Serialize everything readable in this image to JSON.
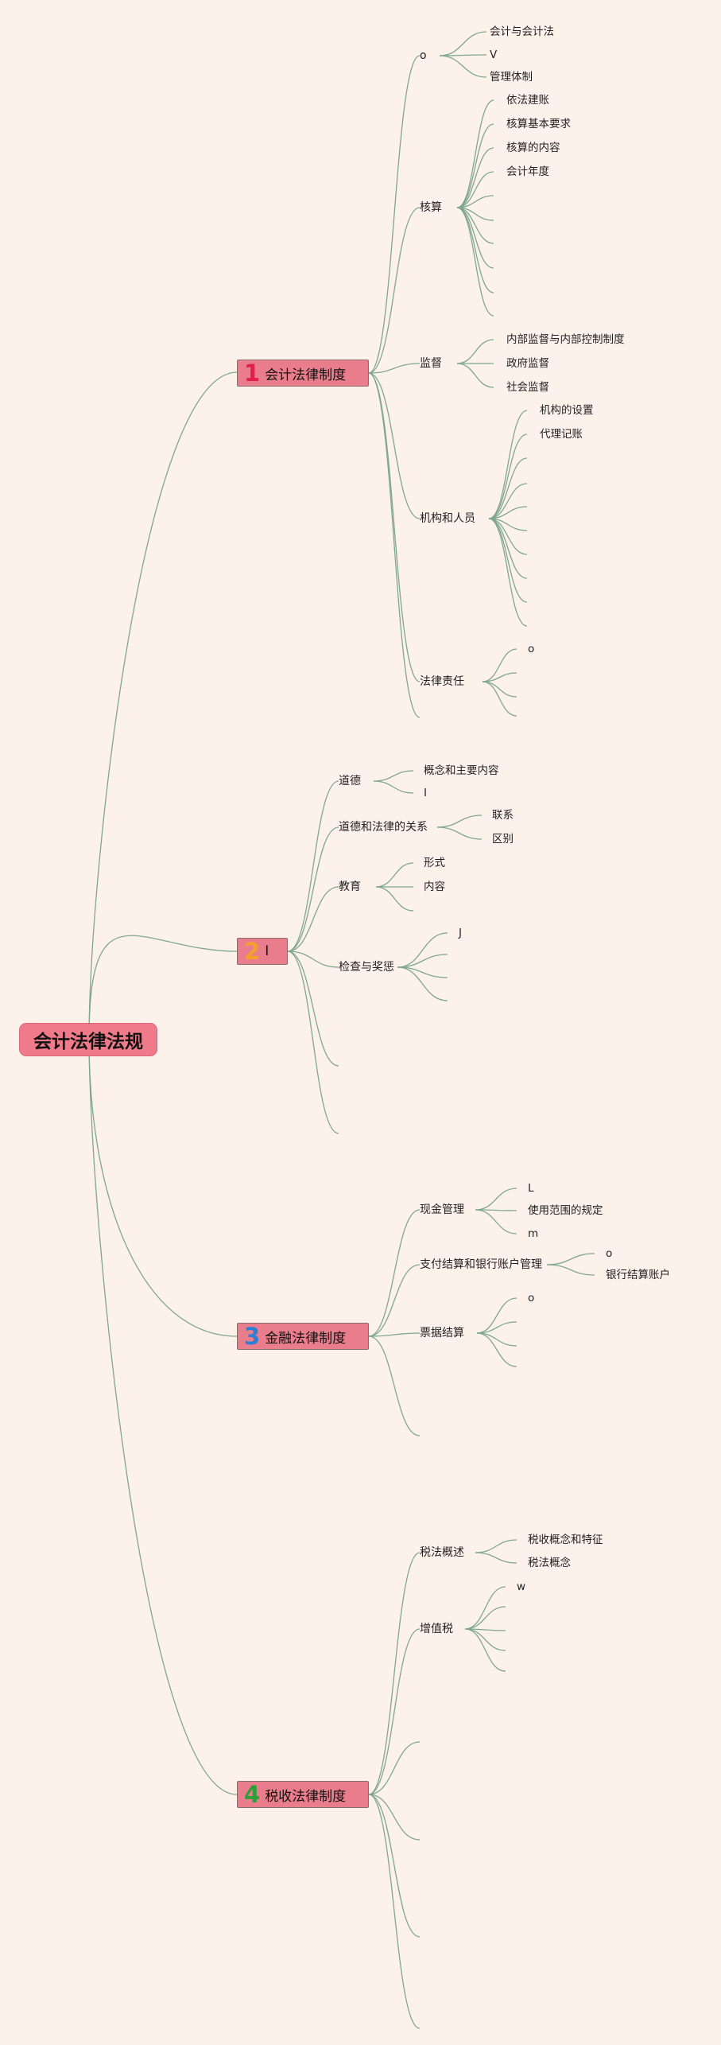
{
  "root": {
    "label": "会计法律法规"
  },
  "chapters": [
    {
      "number": "1",
      "label": "会计法律制度",
      "topics": [
        {
          "label": "o",
          "items": [
            "会计与会计法",
            "V",
            "管理体制"
          ]
        },
        {
          "label": "核算",
          "items": [
            "依法建账",
            "核算基本要求",
            "核算的内容",
            "会计年度"
          ]
        },
        {
          "label": "监督",
          "items": [
            "内部监督与内部控制制度",
            "政府监督",
            "社会监督"
          ]
        },
        {
          "label": "机构和人员",
          "items": [
            "机构的设置",
            "代理记账"
          ]
        },
        {
          "label": "法律责任",
          "items": [
            "o"
          ]
        }
      ]
    },
    {
      "number": "2",
      "label": "I",
      "topics": [
        {
          "label": "道德",
          "items": [
            "概念和主要内容",
            "I"
          ]
        },
        {
          "label": "道德和法律的关系",
          "items": [
            "联系",
            "区别"
          ]
        },
        {
          "label": "教育",
          "items": [
            "形式",
            "内容"
          ]
        },
        {
          "label": "检查与奖惩",
          "items": [
            "J"
          ]
        }
      ]
    },
    {
      "number": "3",
      "label": "金融法律制度",
      "topics": [
        {
          "label": "现金管理",
          "items": [
            "L",
            "使用范围的规定",
            "m"
          ]
        },
        {
          "label": "支付结算和银行账户管理",
          "items": [
            "o",
            "银行结算账户"
          ]
        },
        {
          "label": "票据结算",
          "items": [
            "o"
          ]
        }
      ]
    },
    {
      "number": "4",
      "label": "税收法律制度",
      "topics": [
        {
          "label": "税法概述",
          "items": [
            "税收概念和特征",
            "税法概念"
          ]
        },
        {
          "label": "增值税",
          "items": [
            "w"
          ]
        }
      ]
    }
  ],
  "colors": {
    "background": "#fdf1ec",
    "node_fill": "#ea7d8b",
    "connector": "#7fa78d",
    "num_1": "#e0204b",
    "num_2": "#f2a22b",
    "num_3": "#2b7fd4",
    "num_4": "#2f9e3a"
  }
}
